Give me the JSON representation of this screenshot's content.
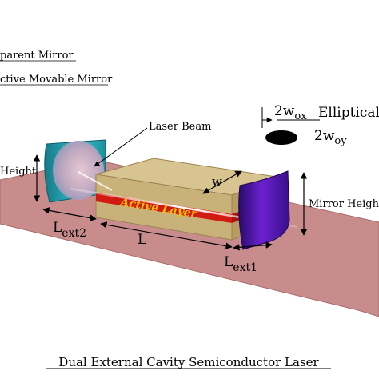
{
  "legend": {
    "transparent_mirror": "parent Mirror",
    "movable_mirror": "ctive Movable Mirror"
  },
  "labels": {
    "laser_beam": "Laser Beam",
    "height_left": "Height",
    "mirror_height_right": "Mirror Heigh",
    "active_layer": "Active Layer",
    "width": "w",
    "length": "L",
    "lext2_main": "L",
    "lext2_sub": "ext2",
    "lext1_main": "L",
    "lext1_sub": "ext1"
  },
  "elliptical": {
    "title": "Elliptical",
    "w_ox_main": "2w",
    "w_ox_sub": "ox",
    "w_oy_main": "2w",
    "w_oy_sub": "oy"
  },
  "caption": "Dual External Cavity Semiconductor Laser",
  "colors": {
    "substrate": "#c98c8c",
    "chip_top": "#d8c491",
    "chip_front": "#c9b27a",
    "chip_side": "#b89c62",
    "active_layer": "#d11a12",
    "left_mirror": "#2aa7b4",
    "right_mirror": "#5a16b0"
  }
}
